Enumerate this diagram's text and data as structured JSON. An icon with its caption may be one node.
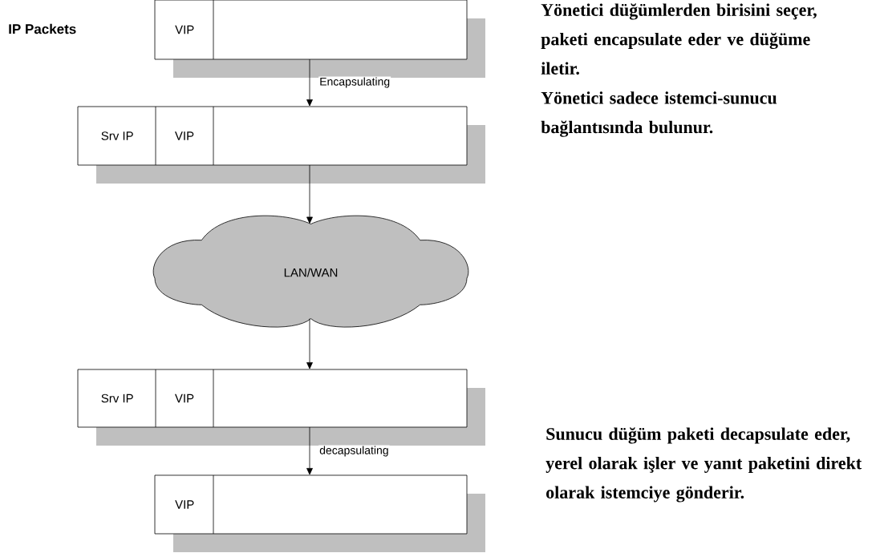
{
  "diagram": {
    "nodes": [
      {
        "text": [],
        "shape": "box"
      },
      {
        "text": [
          "VIP"
        ],
        "in": 0
      },
      {
        "text": [],
        "shape": "box"
      },
      {
        "text": [
          "Srv IP"
        ],
        "in": 2
      },
      {
        "text": [
          "VIP"
        ],
        "in": 2
      },
      {
        "text": [
          "LAN/WAN"
        ]
      },
      {
        "text": [],
        "shape": "box"
      },
      {
        "text": [
          "Srv IP"
        ],
        "in": 6
      },
      {
        "text": [
          "VIP"
        ],
        "in": 6
      },
      {
        "text": [],
        "shape": "box"
      },
      {
        "text": [
          "VIP"
        ],
        "in": 9
      }
    ],
    "edges": [
      {
        "from": 0,
        "to": 2,
        "arrow": "to",
        "label": "Encapsulating"
      },
      {
        "from": 2,
        "to": 5,
        "arrow": "to"
      },
      {
        "from": 5,
        "to": 6,
        "arrow": "to"
      },
      {
        "from": 6,
        "to": 9,
        "arrow": "to",
        "label": "decapsulating"
      }
    ],
    "labels": [
      "IP Packets",
      "Yönetici düğümlerden birisini seçer, paketi encapsulate eder ve düğüme iletir.",
      "Yönetici sadece istemci-sunucu bağlantısında bulunur.",
      "Sunucu düğüm paketi decapsulate eder, yerel olarak işler ve yanıt paketini direkt olarak istemciye gönderir."
    ]
  }
}
